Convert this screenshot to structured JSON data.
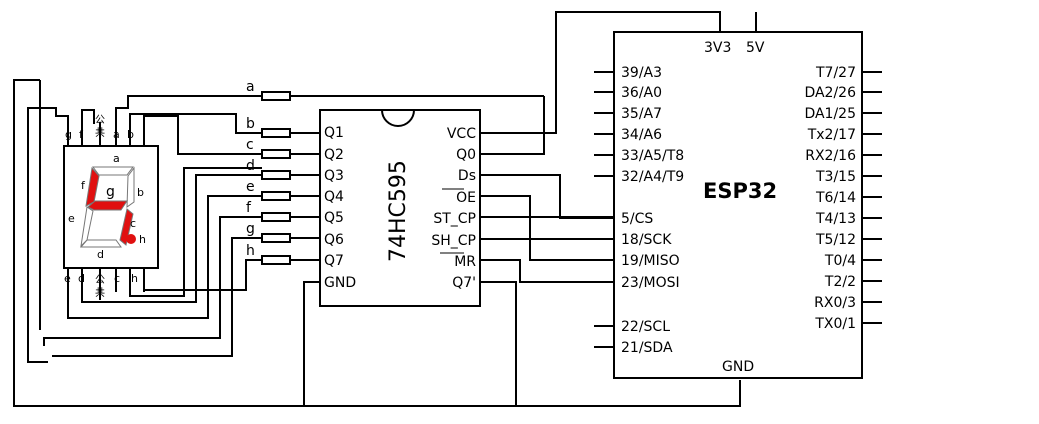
{
  "display": {
    "top_pins": [
      "g",
      "f",
      "公",
      "共",
      "a",
      "b"
    ],
    "bottom_pins": [
      "e",
      "d",
      "公",
      "共",
      "c",
      "h"
    ],
    "segment_labels": [
      "a",
      "b",
      "c",
      "d",
      "e",
      "f",
      "g",
      "h"
    ],
    "segment_color": "#e01010"
  },
  "resistor_labels": [
    "a",
    "b",
    "c",
    "d",
    "e",
    "f",
    "g",
    "h"
  ],
  "shift_register": {
    "name": "74HC595",
    "left_pins": [
      "Q1",
      "Q2",
      "Q3",
      "Q4",
      "Q5",
      "Q6",
      "Q7",
      "GND"
    ],
    "right_pins": [
      "VCC",
      "Q0",
      "Ds",
      "OE",
      "ST_CP",
      "SH_CP",
      "MR",
      "Q7'"
    ]
  },
  "esp32": {
    "name": "ESP32",
    "top_pins": [
      "3V3",
      "5V"
    ],
    "left_pins": [
      "39/A3",
      "36/A0",
      "35/A7",
      "34/A6",
      "33/A5/T8",
      "32/A4/T9",
      "5/CS",
      "18/SCK",
      "19/MISO",
      "23/MOSI",
      "22/SCL",
      "21/SDA"
    ],
    "right_pins": [
      "T7/27",
      "DA2/26",
      "DA1/25",
      "Tx2/17",
      "RX2/16",
      "T3/15",
      "T6/14",
      "T4/13",
      "T5/12",
      "T0/4",
      "T2/2",
      "RX0/3",
      "TX0/1"
    ],
    "bottom_pin": "GND"
  }
}
